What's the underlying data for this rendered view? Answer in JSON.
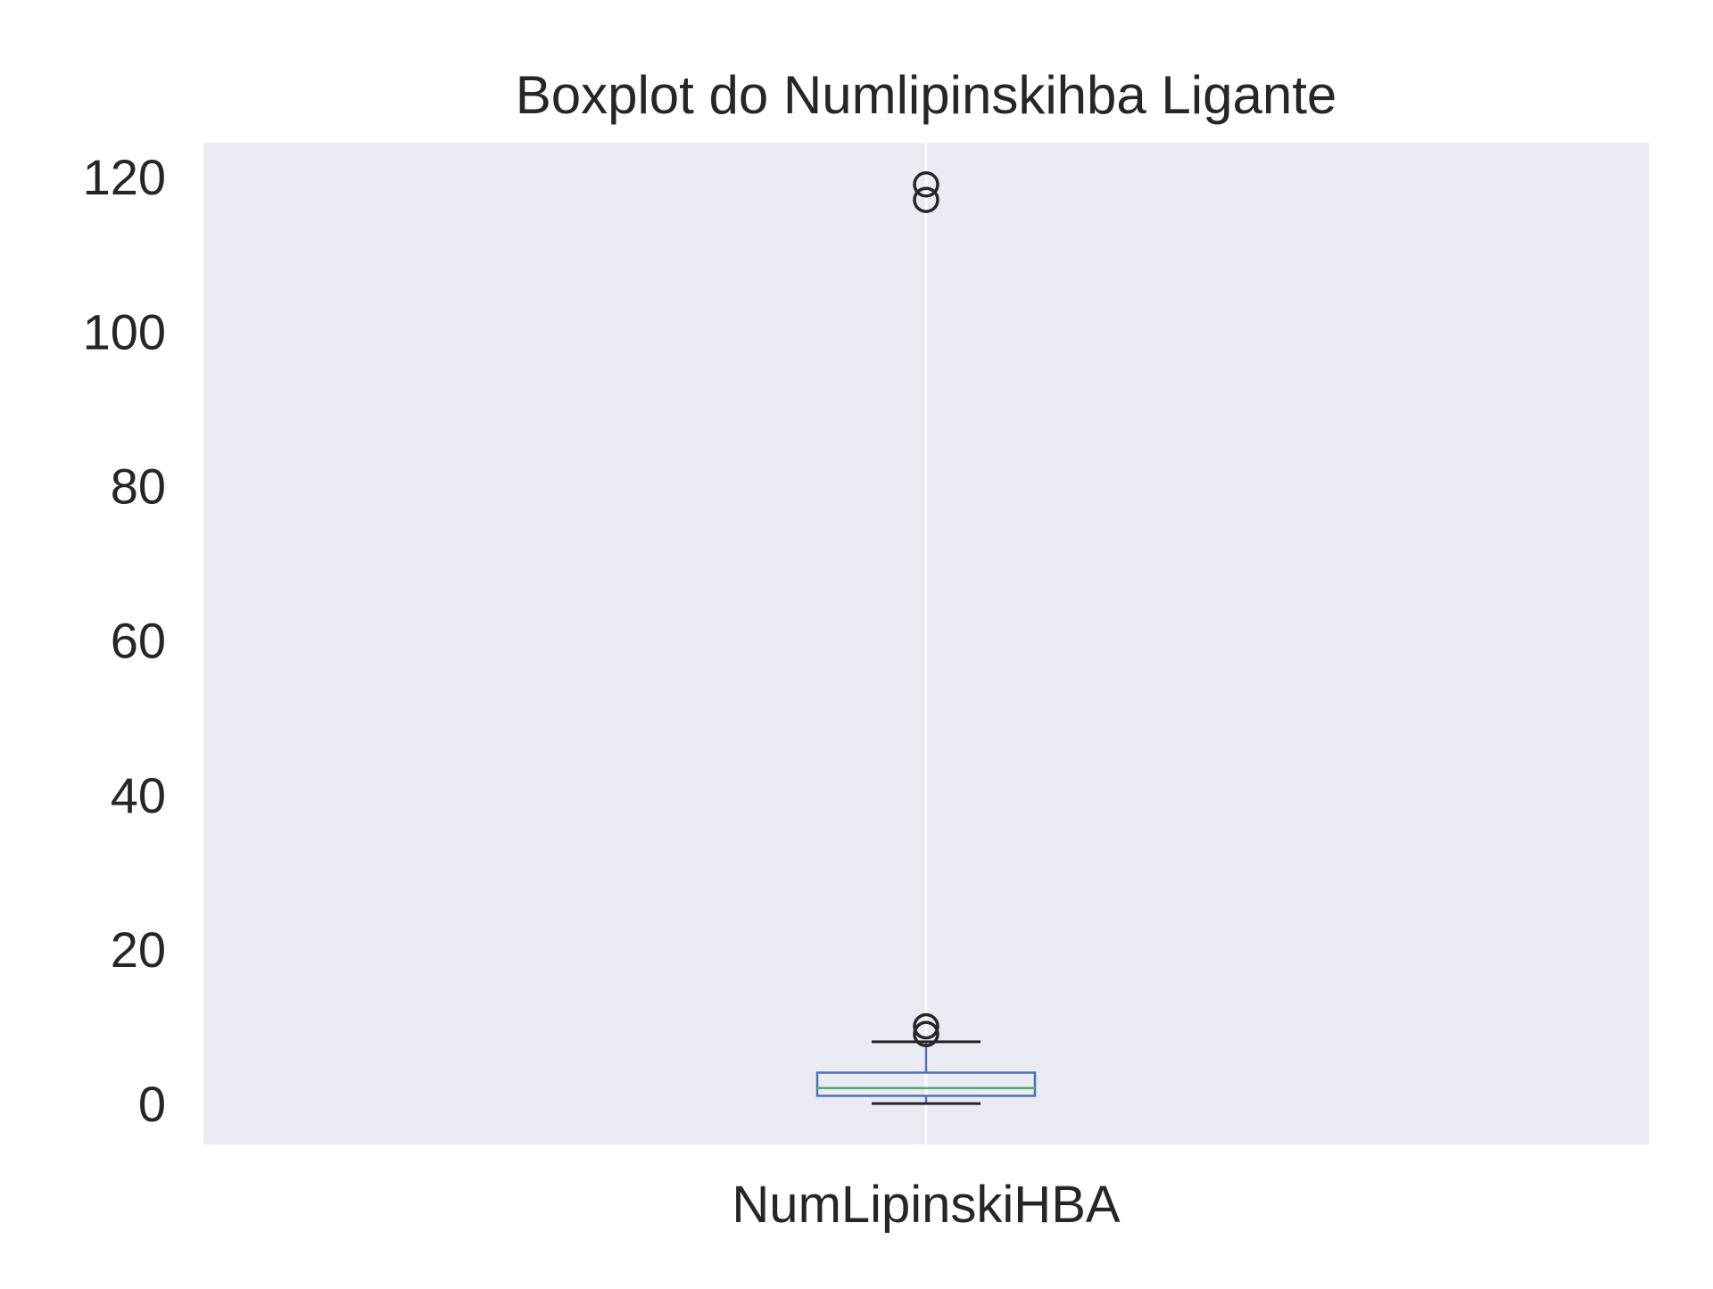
{
  "chart_data": {
    "type": "box",
    "title": "Boxplot do Numlipinskihba Ligante",
    "xlabel": "",
    "ylabel": "",
    "categories": [
      "NumLipinskiHBA"
    ],
    "ylim": [
      -5.3,
      124.4
    ],
    "yticks": [
      0,
      20,
      40,
      60,
      80,
      100,
      120
    ],
    "grid": true,
    "series": [
      {
        "whisker_low": 0,
        "q1": 1,
        "median": 2,
        "q3": 4,
        "whisker_high": 8,
        "outliers": [
          9,
          10,
          117,
          119
        ]
      }
    ],
    "colors": {
      "plot_background": "#eaeaf2",
      "grid": "#ffffff",
      "box": "#4c72b0",
      "median": "#55a868",
      "whiskers_caps": "#262626",
      "outliers": "#262626",
      "text": "#262626"
    }
  }
}
